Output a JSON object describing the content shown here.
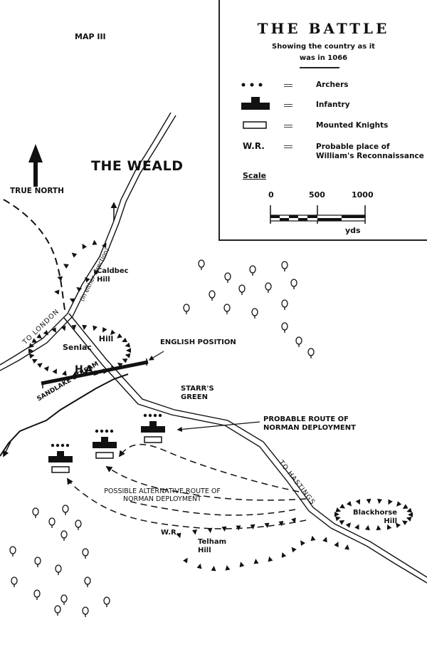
{
  "map": {
    "map_number": "MAP III",
    "true_north": "TRUE NORTH",
    "weald": "THE WEALD",
    "caldbec_hill": [
      "Caldbec",
      "Hill"
    ],
    "senlac_hill": [
      "Senlac",
      "Hill"
    ],
    "ha": "HA",
    "sandlake_stream": "SANDLAKE STREAM",
    "to_london": "TO LONDON",
    "either_direction": "(in either direction)",
    "english_position": "ENGLISH POSITION",
    "starrs_green": [
      "STARR'S",
      "GREEN"
    ],
    "probable_route": [
      "PROBABLE ROUTE OF",
      "NORMAN DEPLOYMENT"
    ],
    "to_hastings": "TO HASTINGS",
    "blackhorse_hill": [
      "Blackhorse",
      "Hill"
    ],
    "alternative_route": [
      "POSSIBLE ALTERNATIVE ROUTE OF",
      "NORMAN DEPLOYMENT"
    ],
    "wr": "W.R.",
    "telham_hill": [
      "Telham",
      "Hill"
    ]
  },
  "legend": {
    "title": "THE BATTLE",
    "subtitle": [
      "Showing the country as it",
      "was in 1066"
    ],
    "items": [
      {
        "symbol": "archers-dots-icon",
        "label": [
          "Archers"
        ]
      },
      {
        "symbol": "infantry-block-icon",
        "label": [
          "Infantry"
        ]
      },
      {
        "symbol": "knights-rect-icon",
        "label": [
          "Mounted Knights"
        ]
      },
      {
        "symbol": "W.R.",
        "label": [
          "Probable place of",
          "William's Reconnaissance"
        ]
      }
    ],
    "scale_title": "Scale",
    "scale_ticks": [
      "0",
      "500",
      "1000"
    ],
    "scale_unit": "yds"
  }
}
